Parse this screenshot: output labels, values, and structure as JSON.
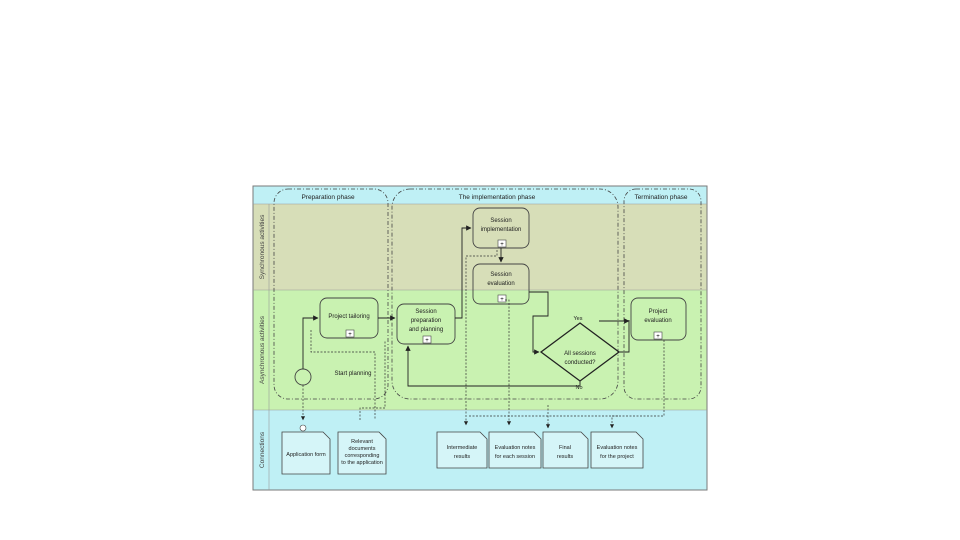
{
  "diagram": {
    "lanes": [
      {
        "label": "Synchronous activities",
        "color": "#d7deb8"
      },
      {
        "label": "Asynchronous activities",
        "color": "#c9f2b1"
      },
      {
        "label": "Connections",
        "color": "#bff0f5"
      }
    ],
    "header_color": "#bff0f5",
    "phases": [
      {
        "label": "Preparation phase"
      },
      {
        "label": "The implementation phase"
      },
      {
        "label": "Termination phase"
      }
    ],
    "tasks": {
      "session_implementation": [
        "Session",
        "implementation"
      ],
      "session_evaluation": [
        "Session",
        "evaluation"
      ],
      "project_tailoring": [
        "Project tailoring"
      ],
      "session_preparation": [
        "Session",
        "preparation",
        "and planning"
      ],
      "project_evaluation": [
        "Project",
        "evaluation"
      ]
    },
    "subprocess_marker": "+",
    "start_event": "Start planning",
    "gateway": [
      "All sessions",
      "conducted?"
    ],
    "flow_labels": {
      "yes": "Yes",
      "no": "No"
    },
    "documents": {
      "application_form": [
        "Application form"
      ],
      "relevant_documents": [
        "Relevant",
        "documents",
        "corresponding",
        "to the application"
      ],
      "intermediate_results": [
        "Intermediate",
        "results"
      ],
      "evaluation_notes_session": [
        "Evaluation notes",
        "for each session"
      ],
      "final_results": [
        "Final",
        "results"
      ],
      "evaluation_notes_project": [
        "Evaluation notes",
        "for the project"
      ]
    }
  }
}
